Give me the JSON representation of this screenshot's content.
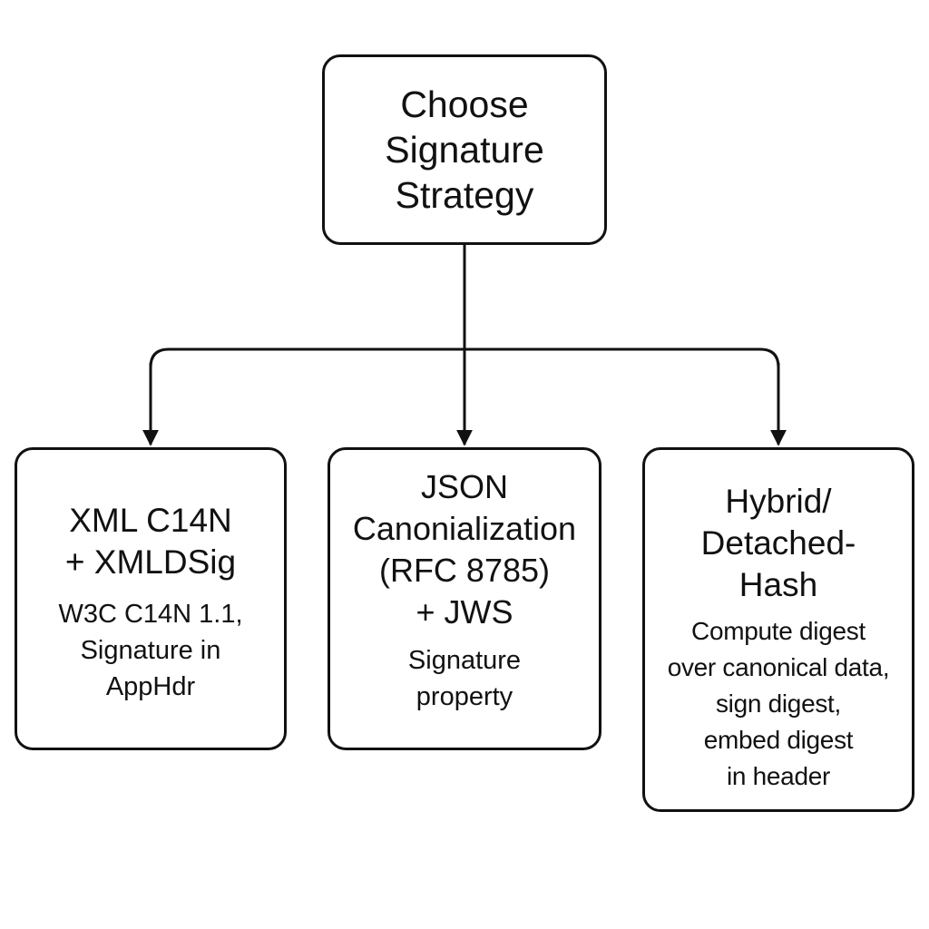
{
  "root": {
    "title_lines": [
      "Choose",
      "Signature",
      "Strategy"
    ]
  },
  "options": [
    {
      "title_lines": [
        "XML C14N",
        "+ XMLDSig"
      ],
      "detail_lines": [
        "W3C C14N 1.1,",
        "Signature in",
        "AppHdr"
      ]
    },
    {
      "title_lines": [
        "JSON",
        "Canonialization",
        "(RFC 8785)",
        "+ JWS"
      ],
      "detail_lines": [
        "Signature",
        "property"
      ]
    },
    {
      "title_lines": [
        "Hybrid/",
        "Detached-",
        "Hash"
      ],
      "detail_lines": [
        "Compute digest",
        "over canonical data,",
        "sign digest,",
        "embed digest",
        "in header"
      ]
    }
  ],
  "colors": {
    "stroke": "#111111",
    "background": "#ffffff"
  }
}
